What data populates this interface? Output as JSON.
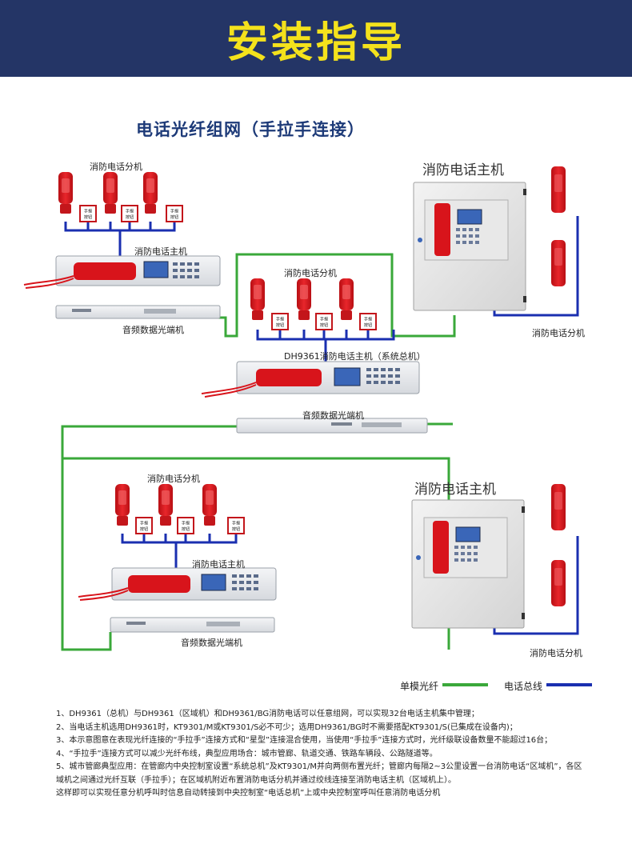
{
  "header": {
    "title": "安装指导"
  },
  "diagram": {
    "subtitle": "电话光纤组网（手拉手连接）",
    "labels": {
      "ext_top_left": "消防电话分机",
      "host_top_left": "消防电话主机",
      "optical_top_left": "音频数据光端机",
      "ext_center": "消防电话分机",
      "host_center": "DH9361消防电话主机（系统总机）",
      "optical_center": "音频数据光端机",
      "cabinet_top_right": "消防电话主机",
      "ext_top_right": "消防电话分机",
      "ext_bottom_left": "消防电话分机",
      "host_bottom_left": "消防电话主机",
      "optical_bottom_left": "音频数据光端机",
      "cabinet_bottom_right": "消防电话主机",
      "ext_bottom_right": "消防电话分机"
    },
    "button_label": "手报\n按钮",
    "legend": {
      "fiber": "单模光纤",
      "phone_bus": "电话总线"
    },
    "colors": {
      "fiber": "#3aa83a",
      "phone_bus": "#1a2fb0",
      "header_bg": "#243566",
      "title": "#f4e21c",
      "phone_red": "#d8141b"
    }
  },
  "notes": [
    "1、DH9361（总机）与DH9361（区域机）和DH9361/BG消防电话可以任意组网，可以实现32台电话主机集中管理；",
    "2、当电话主机选用DH9361时，KT9301/M或KT9301/S必不可少；选用DH9361/BG时不需要搭配KT9301/S(已集成在设备内)；",
    "3、本示意图意在表现光纤连接的“手拉手”连接方式和“星型”连接混合使用，当使用“手拉手”连接方式时，光纤级联设备数量不能超过16台；",
    "4、“手拉手”连接方式可以减少光纤布线，典型应用场合：城市管廊、轨道交通、铁路车辆段、公路隧道等。",
    "5、城市管廊典型应用：在管廊内中央控制室设置“系统总机”及KT9301/M并向两侧布置光纤；管廊内每隔2~3公里设置一台消防电话“区域机”，各区域机之间通过光纤互联（手拉手）；在区域机附近布置消防电话分机并通过绞线连接至消防电话主机（区域机上）。",
    "这样即可以实现任意分机呼叫时信息自动转接到中央控制室“电话总机”上或中央控制室呼叫任意消防电话分机"
  ]
}
